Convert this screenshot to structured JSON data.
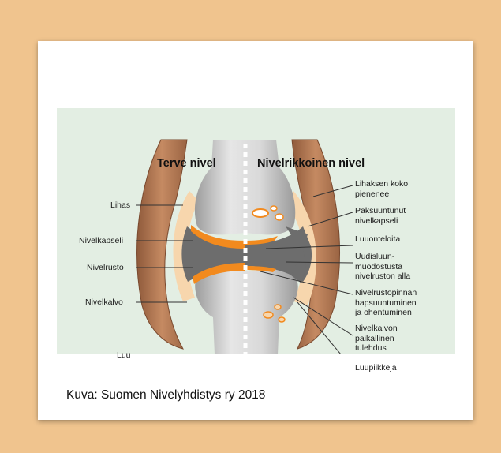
{
  "diagram": {
    "headings": {
      "healthy": "Terve nivel",
      "arthritic": "Nivelrikkoinen nivel"
    },
    "left_labels": {
      "muscle": "Lihas",
      "capsule": "Nivelkapseli",
      "cartilage": "Nivelrusto",
      "synovium": "Nivelkalvo",
      "bone": "Luu"
    },
    "right_labels": {
      "muscle_shrinks": "Lihaksen koko\npienenee",
      "thickened_capsule": "Paksuuntunut\nnivelkapseli",
      "bone_cysts": "Luuonteloita",
      "new_bone": "Uudisluun-\nmuodostusta\nnivelruston alla",
      "cartilage_thinning": "Nivelrustopinnan\nhapsuuntuminen\nja ohentuminen",
      "local_inflammation": "Nivelkalvon\npaikallinen\ntulehdus",
      "bone_spurs": "Luupiikkejä"
    },
    "colors": {
      "background": "#e3eee3",
      "bone": "#c8c8c8",
      "cartilage": "#f28a1e",
      "muscle": "#b0744e",
      "capsule": "#f7d6ad",
      "synovium": "#6d6d6d"
    }
  },
  "caption": "Kuva: Suomen Nivelyhdistys ry 2018",
  "frame": {
    "background": "#f0c48e",
    "card": "#ffffff"
  }
}
